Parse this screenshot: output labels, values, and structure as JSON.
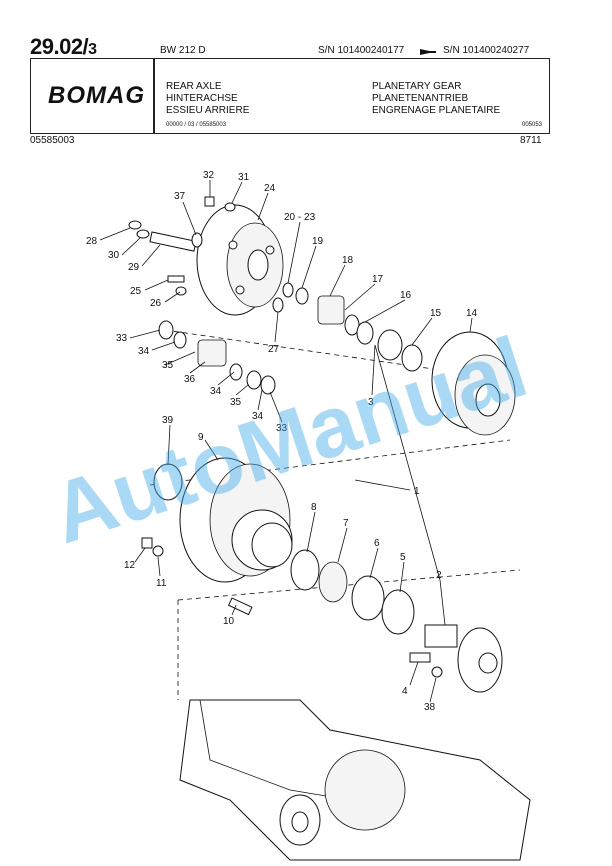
{
  "header": {
    "page_number": "29.02/",
    "page_sub": "3",
    "model": "BW 212 D",
    "sn_from": "S/N 101400240177",
    "sn_to": "S/N 101400240277",
    "brand": "BOMAG",
    "titles_left": [
      "REAR AXLE",
      "HINTERACHSE",
      "ESSIEU ARRIERE"
    ],
    "titles_right": [
      "PLANETARY GEAR",
      "PLANETENANTRIEB",
      "ENGRENAGE PLANETAIRE"
    ],
    "ref_code": "00000 / 03 / 05585003",
    "ref_code_2": "005053",
    "doc_number": "05585003",
    "date_code": "8711"
  },
  "diagram": {
    "callouts": [
      "32",
      "31",
      "37",
      "24",
      "20 - 23",
      "19",
      "18",
      "17",
      "16",
      "15",
      "14",
      "28",
      "30",
      "29",
      "25",
      "26",
      "27",
      "33",
      "34",
      "35",
      "36",
      "34",
      "35",
      "34",
      "33",
      "3",
      "39",
      "9",
      "1",
      "8",
      "7",
      "6",
      "5",
      "2",
      "12",
      "11",
      "10",
      "4",
      "38"
    ]
  },
  "watermark": "AutoManual"
}
